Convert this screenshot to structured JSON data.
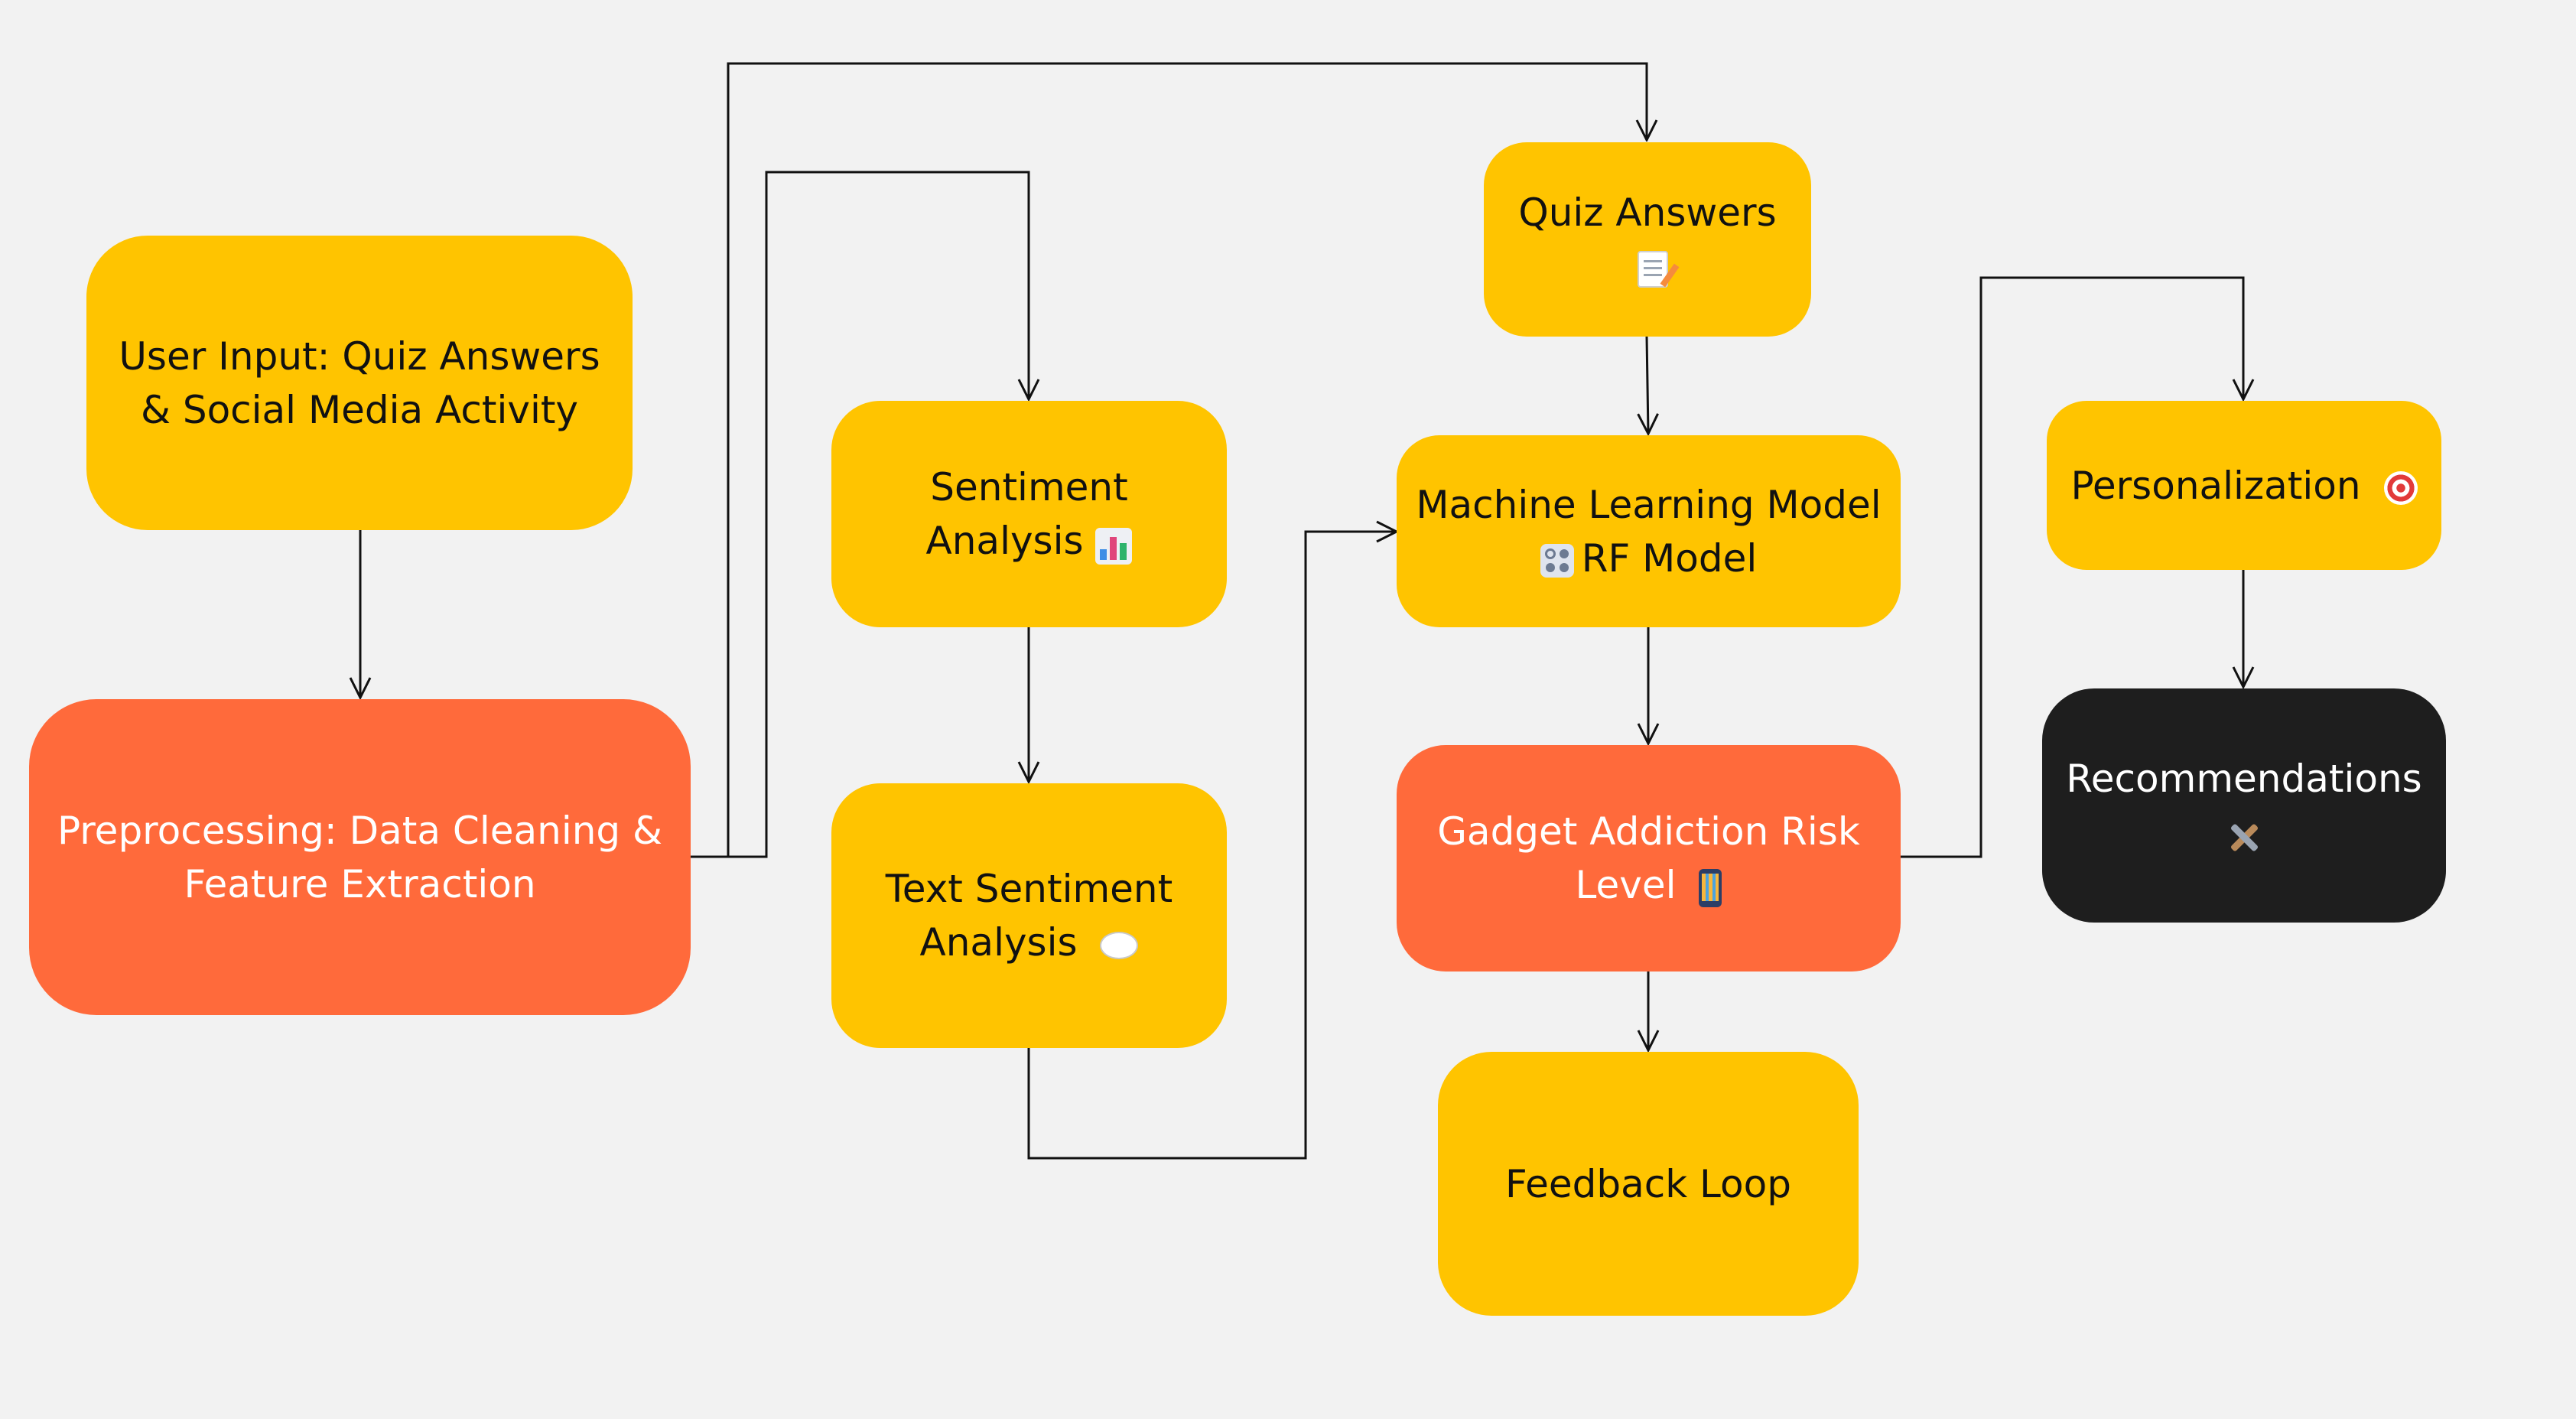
{
  "colors": {
    "background": "#f2f2f2",
    "yellow_node": "#ffc400",
    "orange_node": "#ff6a3b",
    "black_node": "#1e1e1e",
    "connector": "#111111"
  },
  "nodes": {
    "user_input": {
      "label": "User Input: Quiz Answers & Social Media Activity"
    },
    "preprocessing": {
      "label": "Preprocessing: Data Cleaning & Feature Extraction"
    },
    "sentiment_analysis": {
      "label": "Sentiment Analysis",
      "icon": "bar-chart-icon"
    },
    "text_sentiment": {
      "label": "Text Sentiment Analysis",
      "icon": "speech-bubble-icon"
    },
    "quiz_answers": {
      "label": "Quiz Answers",
      "icon": "memo-icon"
    },
    "ml_model": {
      "label_line1": "Machine Learning Model",
      "label_line2": "RF Model",
      "icon": "gears-icon"
    },
    "risk_level": {
      "label": "Gadget Addiction Risk Level",
      "icon": "mobile-phone-icon"
    },
    "feedback_loop": {
      "label": "Feedback Loop"
    },
    "personalization": {
      "label": "Personalization",
      "icon": "target-icon"
    },
    "recommendations": {
      "label": "Recommendations",
      "icon": "tools-icon"
    }
  },
  "connections": [
    {
      "from": "user_input",
      "to": "preprocessing"
    },
    {
      "from": "preprocessing",
      "to": "quiz_answers"
    },
    {
      "from": "preprocessing",
      "to": "sentiment_analysis"
    },
    {
      "from": "sentiment_analysis",
      "to": "text_sentiment"
    },
    {
      "from": "text_sentiment",
      "to": "ml_model"
    },
    {
      "from": "quiz_answers",
      "to": "ml_model"
    },
    {
      "from": "ml_model",
      "to": "risk_level"
    },
    {
      "from": "risk_level",
      "to": "feedback_loop"
    },
    {
      "from": "risk_level",
      "to": "personalization"
    },
    {
      "from": "personalization",
      "to": "recommendations"
    }
  ]
}
